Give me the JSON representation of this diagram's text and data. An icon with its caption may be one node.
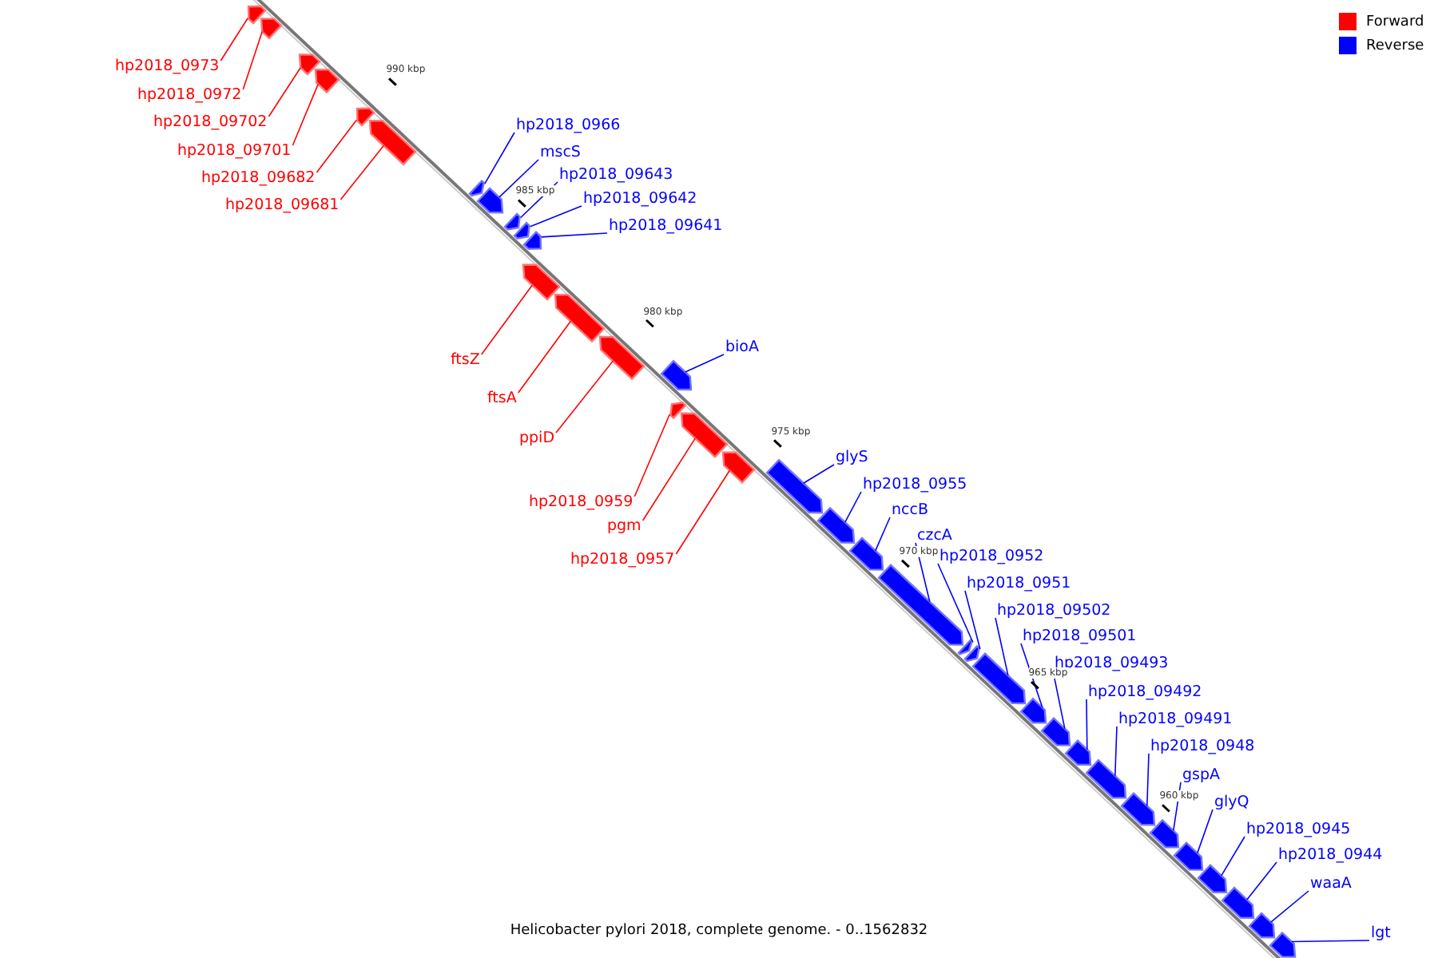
{
  "diagram": {
    "caption": "Helicobacter pylori 2018, complete genome. - 0..1562832",
    "nodes": [
      {
        "text": [
          "hp2018_0973"
        ]
      },
      {
        "text": [],
        "shape": "arrow"
      },
      {
        "text": [
          "hp2018_0972"
        ]
      },
      {
        "text": [],
        "shape": "arrow"
      },
      {
        "text": [
          "hp2018_09702"
        ]
      },
      {
        "text": [],
        "shape": "arrow"
      },
      {
        "text": [
          "hp2018_09701"
        ]
      },
      {
        "text": [],
        "shape": "arrow"
      },
      {
        "text": [
          "hp2018_09682"
        ]
      },
      {
        "text": [],
        "shape": "arrow"
      },
      {
        "text": [
          "hp2018_09681"
        ]
      },
      {
        "text": [],
        "shape": "arrow"
      },
      {
        "text": [
          "hp2018_0966"
        ]
      },
      {
        "text": [],
        "shape": "arrow"
      },
      {
        "text": [
          "mscS"
        ]
      },
      {
        "text": [],
        "shape": "arrow"
      },
      {
        "text": [
          "hp2018_09643"
        ]
      },
      {
        "text": [],
        "shape": "arrow"
      },
      {
        "text": [
          "hp2018_09642"
        ]
      },
      {
        "text": [],
        "shape": "arrow"
      },
      {
        "text": [
          "hp2018_09641"
        ]
      },
      {
        "text": [],
        "shape": "arrow"
      },
      {
        "text": [
          "ftsZ"
        ]
      },
      {
        "text": [],
        "shape": "arrow"
      },
      {
        "text": [
          "ftsA"
        ]
      },
      {
        "text": [],
        "shape": "arrow"
      },
      {
        "text": [
          "ppiD"
        ]
      },
      {
        "text": [],
        "shape": "arrow"
      },
      {
        "text": [
          "bioA"
        ]
      },
      {
        "text": [],
        "shape": "arrow"
      },
      {
        "text": [
          "hp2018_0959"
        ]
      },
      {
        "text": [],
        "shape": "arrow"
      },
      {
        "text": [
          "pgm"
        ]
      },
      {
        "text": [],
        "shape": "arrow"
      },
      {
        "text": [
          "hp2018_0957"
        ]
      },
      {
        "text": [],
        "shape": "arrow"
      },
      {
        "text": [
          "glyS"
        ]
      },
      {
        "text": [],
        "shape": "arrow"
      },
      {
        "text": [
          "hp2018_0955"
        ]
      },
      {
        "text": [],
        "shape": "arrow"
      },
      {
        "text": [
          "nccB"
        ]
      },
      {
        "text": [],
        "shape": "arrow"
      },
      {
        "text": [
          "czcA"
        ]
      },
      {
        "text": [],
        "shape": "arrow"
      },
      {
        "text": [
          "hp2018_0952"
        ]
      },
      {
        "text": [],
        "shape": "arrow"
      },
      {
        "text": [
          "hp2018_0951"
        ]
      },
      {
        "text": [],
        "shape": "arrow"
      },
      {
        "text": [
          "hp2018_09502"
        ]
      },
      {
        "text": [],
        "shape": "arrow"
      },
      {
        "text": [
          "hp2018_09501"
        ]
      },
      {
        "text": [],
        "shape": "arrow"
      },
      {
        "text": [
          "hp2018_09493"
        ]
      },
      {
        "text": [],
        "shape": "arrow"
      },
      {
        "text": [
          "hp2018_09492"
        ]
      },
      {
        "text": [],
        "shape": "arrow"
      },
      {
        "text": [
          "hp2018_09491"
        ]
      },
      {
        "text": [],
        "shape": "arrow"
      },
      {
        "text": [
          "hp2018_0948"
        ]
      },
      {
        "text": [],
        "shape": "arrow"
      },
      {
        "text": [
          "gspA"
        ]
      },
      {
        "text": [],
        "shape": "arrow"
      },
      {
        "text": [
          "glyQ"
        ]
      },
      {
        "text": [],
        "shape": "arrow"
      },
      {
        "text": [
          "hp2018_0945"
        ]
      },
      {
        "text": [],
        "shape": "arrow"
      },
      {
        "text": [
          "hp2018_0944"
        ]
      },
      {
        "text": [],
        "shape": "arrow"
      },
      {
        "text": [
          "waaA"
        ]
      },
      {
        "text": [],
        "shape": "arrow"
      },
      {
        "text": [
          "lgt"
        ]
      },
      {
        "text": [],
        "shape": "arrow"
      }
    ],
    "edges": [
      {
        "from": 0,
        "to": 1,
        "arrow": "none",
        "color": "#ff0000"
      },
      {
        "from": 2,
        "to": 3,
        "arrow": "none",
        "color": "#ff0000"
      },
      {
        "from": 4,
        "to": 5,
        "arrow": "none",
        "color": "#ff0000"
      },
      {
        "from": 6,
        "to": 7,
        "arrow": "none",
        "color": "#ff0000"
      },
      {
        "from": 8,
        "to": 9,
        "arrow": "none",
        "color": "#ff0000"
      },
      {
        "from": 10,
        "to": 11,
        "arrow": "none",
        "color": "#ff0000"
      },
      {
        "from": 12,
        "to": 13,
        "arrow": "none"
      },
      {
        "from": 14,
        "to": 15,
        "arrow": "none"
      },
      {
        "from": 16,
        "to": 17,
        "arrow": "none"
      },
      {
        "from": 18,
        "to": 19,
        "arrow": "none"
      },
      {
        "from": 20,
        "to": 21,
        "arrow": "none"
      },
      {
        "from": 22,
        "to": 23,
        "arrow": "none",
        "color": "#ff0000"
      },
      {
        "from": 24,
        "to": 25,
        "arrow": "none",
        "color": "#ff0000"
      },
      {
        "from": 26,
        "to": 27,
        "arrow": "none",
        "color": "#ff0000"
      },
      {
        "from": 28,
        "to": 29,
        "arrow": "none"
      },
      {
        "from": 30,
        "to": 31,
        "arrow": "none",
        "color": "#ff0000"
      },
      {
        "from": 32,
        "to": 33,
        "arrow": "none",
        "color": "#ff0000"
      },
      {
        "from": 34,
        "to": 35,
        "arrow": "none",
        "color": "#ff0000"
      },
      {
        "from": 36,
        "to": 37,
        "arrow": "none"
      },
      {
        "from": 38,
        "to": 39,
        "arrow": "none"
      },
      {
        "from": 40,
        "to": 41,
        "arrow": "none"
      },
      {
        "from": 42,
        "to": 43,
        "arrow": "none"
      },
      {
        "from": 44,
        "to": 45,
        "arrow": "none"
      },
      {
        "from": 46,
        "to": 47,
        "arrow": "none"
      },
      {
        "from": 48,
        "to": 49,
        "arrow": "none"
      },
      {
        "from": 50,
        "to": 51,
        "arrow": "none"
      },
      {
        "from": 52,
        "to": 53,
        "arrow": "none"
      },
      {
        "from": 54,
        "to": 55,
        "arrow": "none"
      },
      {
        "from": 56,
        "to": 57,
        "arrow": "none"
      },
      {
        "from": 58,
        "to": 59,
        "arrow": "none"
      },
      {
        "from": 60,
        "to": 61,
        "arrow": "none"
      },
      {
        "from": 62,
        "to": 63,
        "arrow": "none"
      },
      {
        "from": 64,
        "to": 65,
        "arrow": "none"
      },
      {
        "from": 66,
        "to": 67,
        "arrow": "none"
      },
      {
        "from": 68,
        "to": 69,
        "arrow": "none"
      },
      {
        "from": 70,
        "to": 71,
        "arrow": "none"
      }
    ],
    "labels": [
      "990 kbp",
      "985 kbp",
      "980 kbp",
      "975 kbp",
      "970 kbp",
      "965 kbp",
      "960 kbp"
    ],
    "legend": [
      {
        "text": "Forward",
        "color": "#ff0000"
      },
      {
        "text": "Reverse",
        "color": "#0000ff"
      }
    ]
  }
}
